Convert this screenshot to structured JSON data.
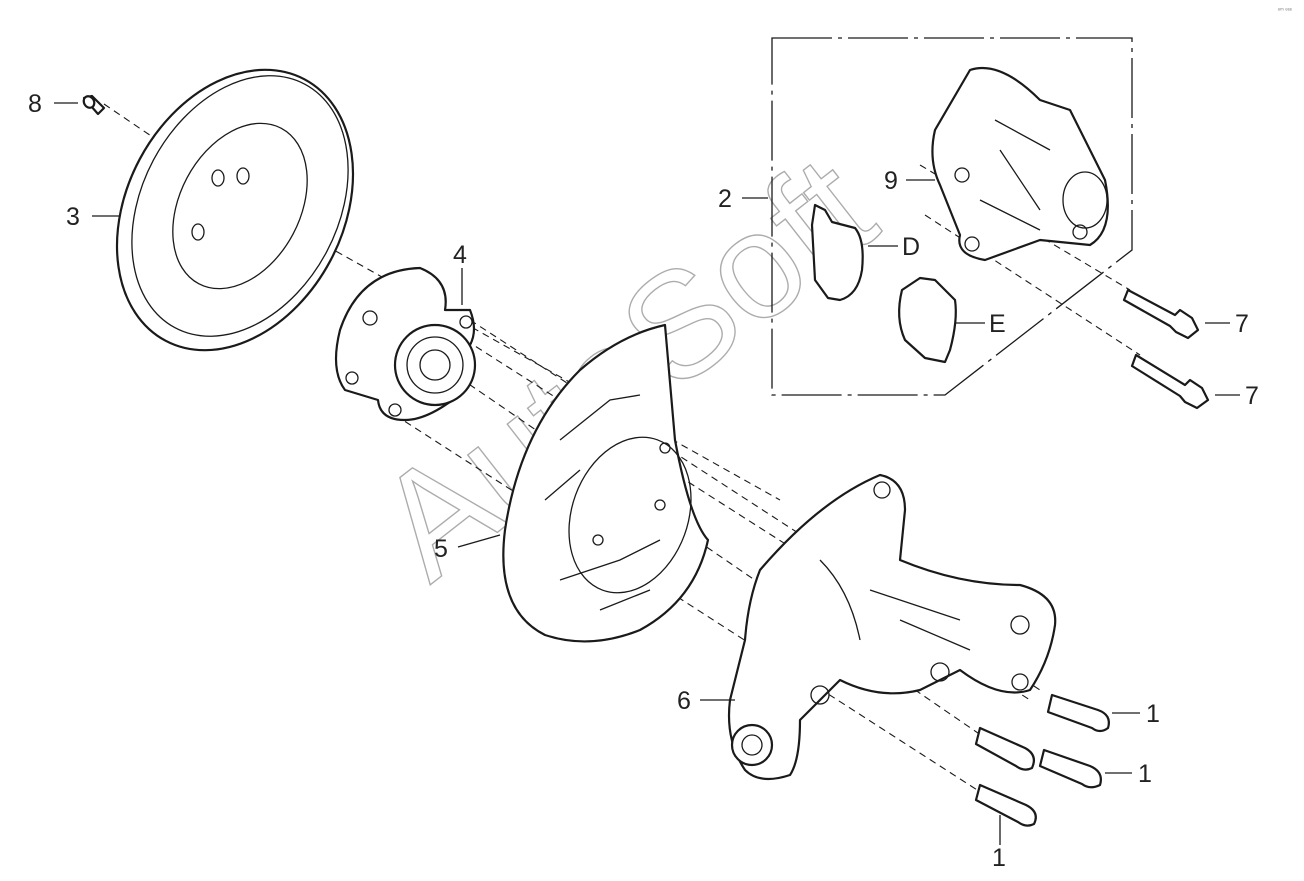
{
  "diagram": {
    "watermark": "AutoSoft",
    "corner_mark": "ᵉᵐ ᵉᵉᵉ",
    "callouts": {
      "c1a": "1",
      "c1b": "1",
      "c1c": "1",
      "c2": "2",
      "c3": "3",
      "c4": "4",
      "c5": "5",
      "c6": "6",
      "c7a": "7",
      "c7b": "7",
      "c8": "8",
      "c9": "9",
      "cD": "D",
      "cE": "E"
    }
  }
}
